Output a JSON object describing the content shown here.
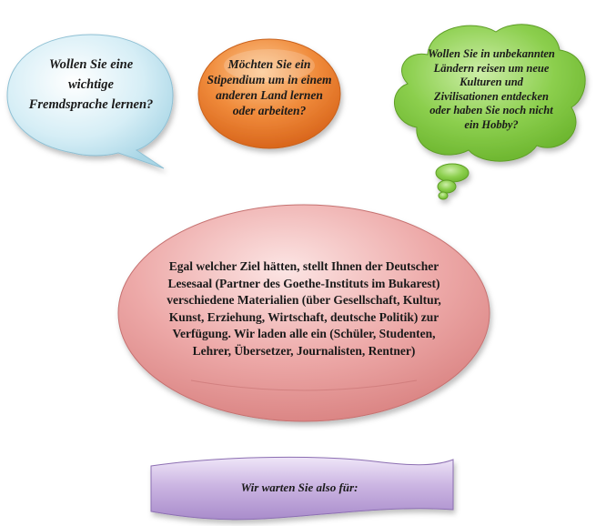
{
  "bubble1": {
    "text": "Wollen Sie eine wichtige Fremdsprache lernen?",
    "color": "#c8e8f2"
  },
  "bubble2": {
    "text": "Möchten Sie ein Stipendium um in einem anderen Land lernen oder arbeiten?",
    "color": "#ef8a3a"
  },
  "bubble3": {
    "text": "Wollen Sie in unbekannten Ländern reisen um neue Kulturen und Zivilisationen entdecken oder haben Sie noch nicht ein Hobby?",
    "color": "#8ccf4e"
  },
  "main_bubble": {
    "text": "Egal welcher Ziel hätten, stellt Ihnen der Deutscher Lesesaal  (Partner des Goethe-Instituts im Bukarest) verschiedene Materialien (über Gesellschaft, Kultur, Kunst, Erziehung, Wirtschaft, deutsche Politik) zur Verfügung. Wir laden alle ein (Schüler, Studenten, Lehrer, Übersetzer,  Journalisten, Rentner)",
    "color": "#eda9a8"
  },
  "banner": {
    "text": "Wir warten Sie also für:",
    "color": "#cbb5e2"
  }
}
